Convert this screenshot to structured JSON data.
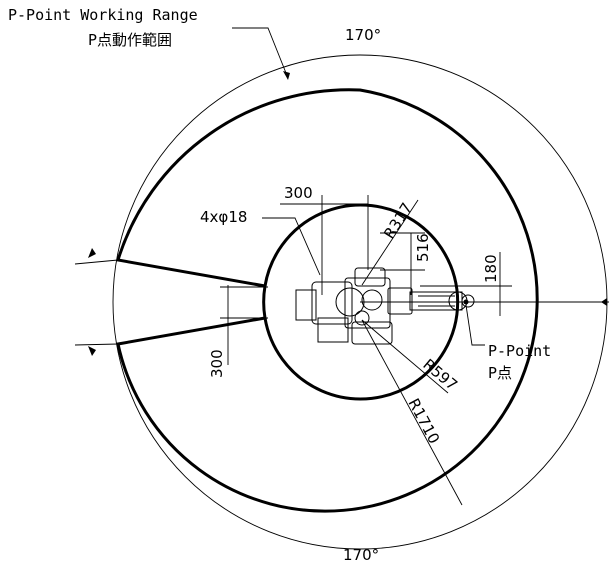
{
  "labels": {
    "working_range_en": "P-Point Working Range",
    "working_range_jp": "P点動作範囲",
    "angle_top": "170°",
    "angle_bottom": "170°",
    "dim_300_top": "300",
    "dim_300_left": "300",
    "hole_spec": "4xφ18",
    "r317": "R317",
    "r597": "R597",
    "r1710": "R1710",
    "dim_516": "516",
    "dim_180": "180",
    "p_point_en": "P-Point",
    "p_point_jp": "P点"
  }
}
